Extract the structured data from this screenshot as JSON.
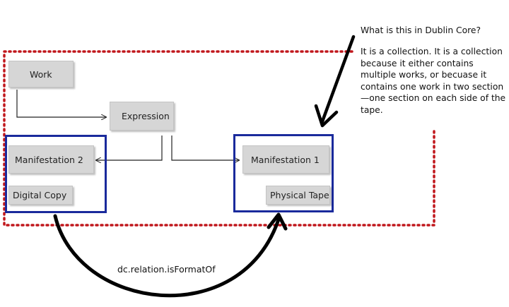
{
  "nodes": {
    "work": "Work",
    "expression": "Expression",
    "manifestation_2": "Manifestation 2",
    "digital_copy": "Digital Copy",
    "manifestation_1": "Manifestation 1",
    "physical_tape": "Physical Tape"
  },
  "annotation": {
    "question": "What is this in Dublin Core?",
    "answer_lines": [
      "It is a collection. It is a collection",
      "because it either contains",
      "multiple works, or becuase it",
      "contains one work in two section",
      "—one section on each side of the",
      "tape."
    ]
  },
  "relation_label": "dc.relation.isFormatOf",
  "colors": {
    "collection_border": "#c0171c",
    "manifestation_border": "#1a2a9c",
    "node_fill": "#d6d6d6"
  }
}
